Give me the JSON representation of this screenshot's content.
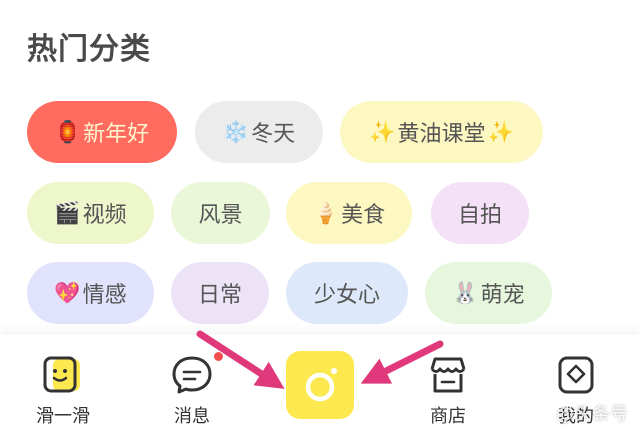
{
  "section": {
    "title": "热门分类"
  },
  "tags": [
    {
      "emoji": "🏮",
      "label": "新年好",
      "emoji_after": ""
    },
    {
      "emoji": "❄️",
      "label": "冬天",
      "emoji_after": ""
    },
    {
      "emoji": "✨",
      "label": "黄油课堂",
      "emoji_after": "✨"
    },
    {
      "emoji": "🎬",
      "label": "视频",
      "emoji_after": ""
    },
    {
      "emoji": "",
      "label": "风景",
      "emoji_after": ""
    },
    {
      "emoji": "🍦",
      "label": "美食",
      "emoji_after": ""
    },
    {
      "emoji": "",
      "label": "自拍",
      "emoji_after": ""
    },
    {
      "emoji": "💖",
      "label": "情感",
      "emoji_after": ""
    },
    {
      "emoji": "",
      "label": "日常",
      "emoji_after": ""
    },
    {
      "emoji": "",
      "label": "少女心",
      "emoji_after": ""
    },
    {
      "emoji": "🐰",
      "label": "萌宠",
      "emoji_after": ""
    }
  ],
  "nav": {
    "swipe_label": "滑一滑",
    "messages_label": "消息",
    "shop_label": "商店",
    "me_label": "我的"
  },
  "watermark": "@头条号",
  "colors": {
    "new_year": "#ff6b5f",
    "winter": "#ececec",
    "butter": "#fdf7c2",
    "video": "#eef7cc",
    "scenery": "#eaf7d9",
    "food": "#fdf7c2",
    "selfie": "#f5e1f7",
    "emotion": "#e1e2fb",
    "daily": "#ece3f7",
    "girl": "#dde9fb",
    "pet": "#e6f7de",
    "camera": "#fde94f",
    "arrow": "#e0397b"
  }
}
